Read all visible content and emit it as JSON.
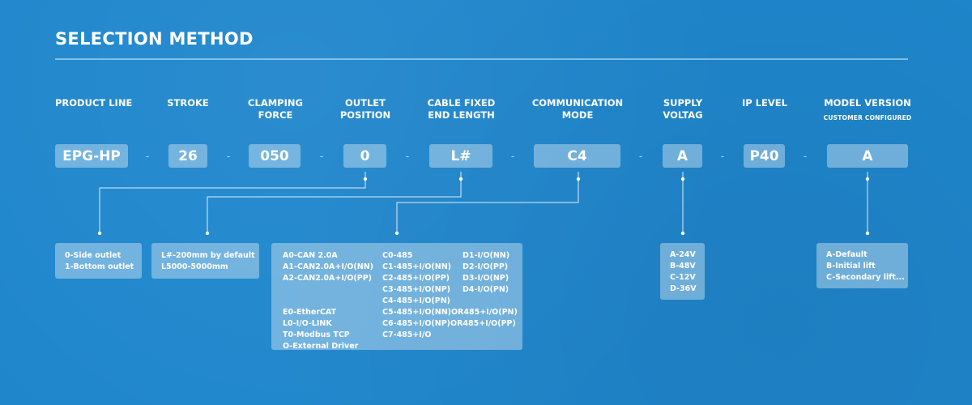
{
  "title": "SELECTION METHOD",
  "columns": [
    {
      "header": "PRODUCT LINE",
      "code": "EPG-HP"
    },
    {
      "header": "STROKE",
      "code": "26"
    },
    {
      "header": "CLAMPING FORCE",
      "code": "050"
    },
    {
      "header": "OUTLET POSITION",
      "code": "0"
    },
    {
      "header": "CABLE FIXED END LENGTH",
      "code": "L#"
    },
    {
      "header": "COMMUNICATION MODE",
      "code": "C4"
    },
    {
      "header": "SUPPLY VOLTAG",
      "code": "A"
    },
    {
      "header": "IP LEVEL",
      "code": "P40"
    },
    {
      "header": "MODEL VERSION",
      "subheader": "CUSTOMER CONFIGURED",
      "code": "A"
    }
  ],
  "separator": "-",
  "options": {
    "outlet": [
      "0-Side outlet",
      "1-Bottom outlet"
    ],
    "cable": [
      "L#-200mm by default",
      "L5000-5000mm"
    ],
    "communication": {
      "col1": [
        "A0-CAN 2.0A",
        "A1-CAN2.0A+I/O(NN)",
        "A2-CAN2.0A+I/O(PP)",
        "",
        "",
        "E0-EtherCAT",
        "L0-I/O-LINK",
        "T0-Modbus TCP",
        "O-External Driver"
      ],
      "col2": [
        "C0-485",
        "C1-485+I/O(NN)",
        "C2-485+I/O(PP)",
        "C3-485+I/O(NP)",
        "C4-485+I/O(PN)",
        "C5-485+I/O(NN)OR485+I/O(PN)",
        "C6-485+I/O(NP)OR485+I/O(PP)",
        "C7-485+I/O"
      ],
      "col3": [
        "D1-I/O(NN)",
        "D2-I/O(PP)",
        "D3-I/O(NP)",
        "D4-I/O(PN)"
      ]
    },
    "voltage": [
      "A-24V",
      "B-48V",
      "C-12V",
      "D-36V"
    ],
    "version": [
      "A-Default",
      "B-Initial lift",
      "C-Secondary lift..."
    ]
  }
}
